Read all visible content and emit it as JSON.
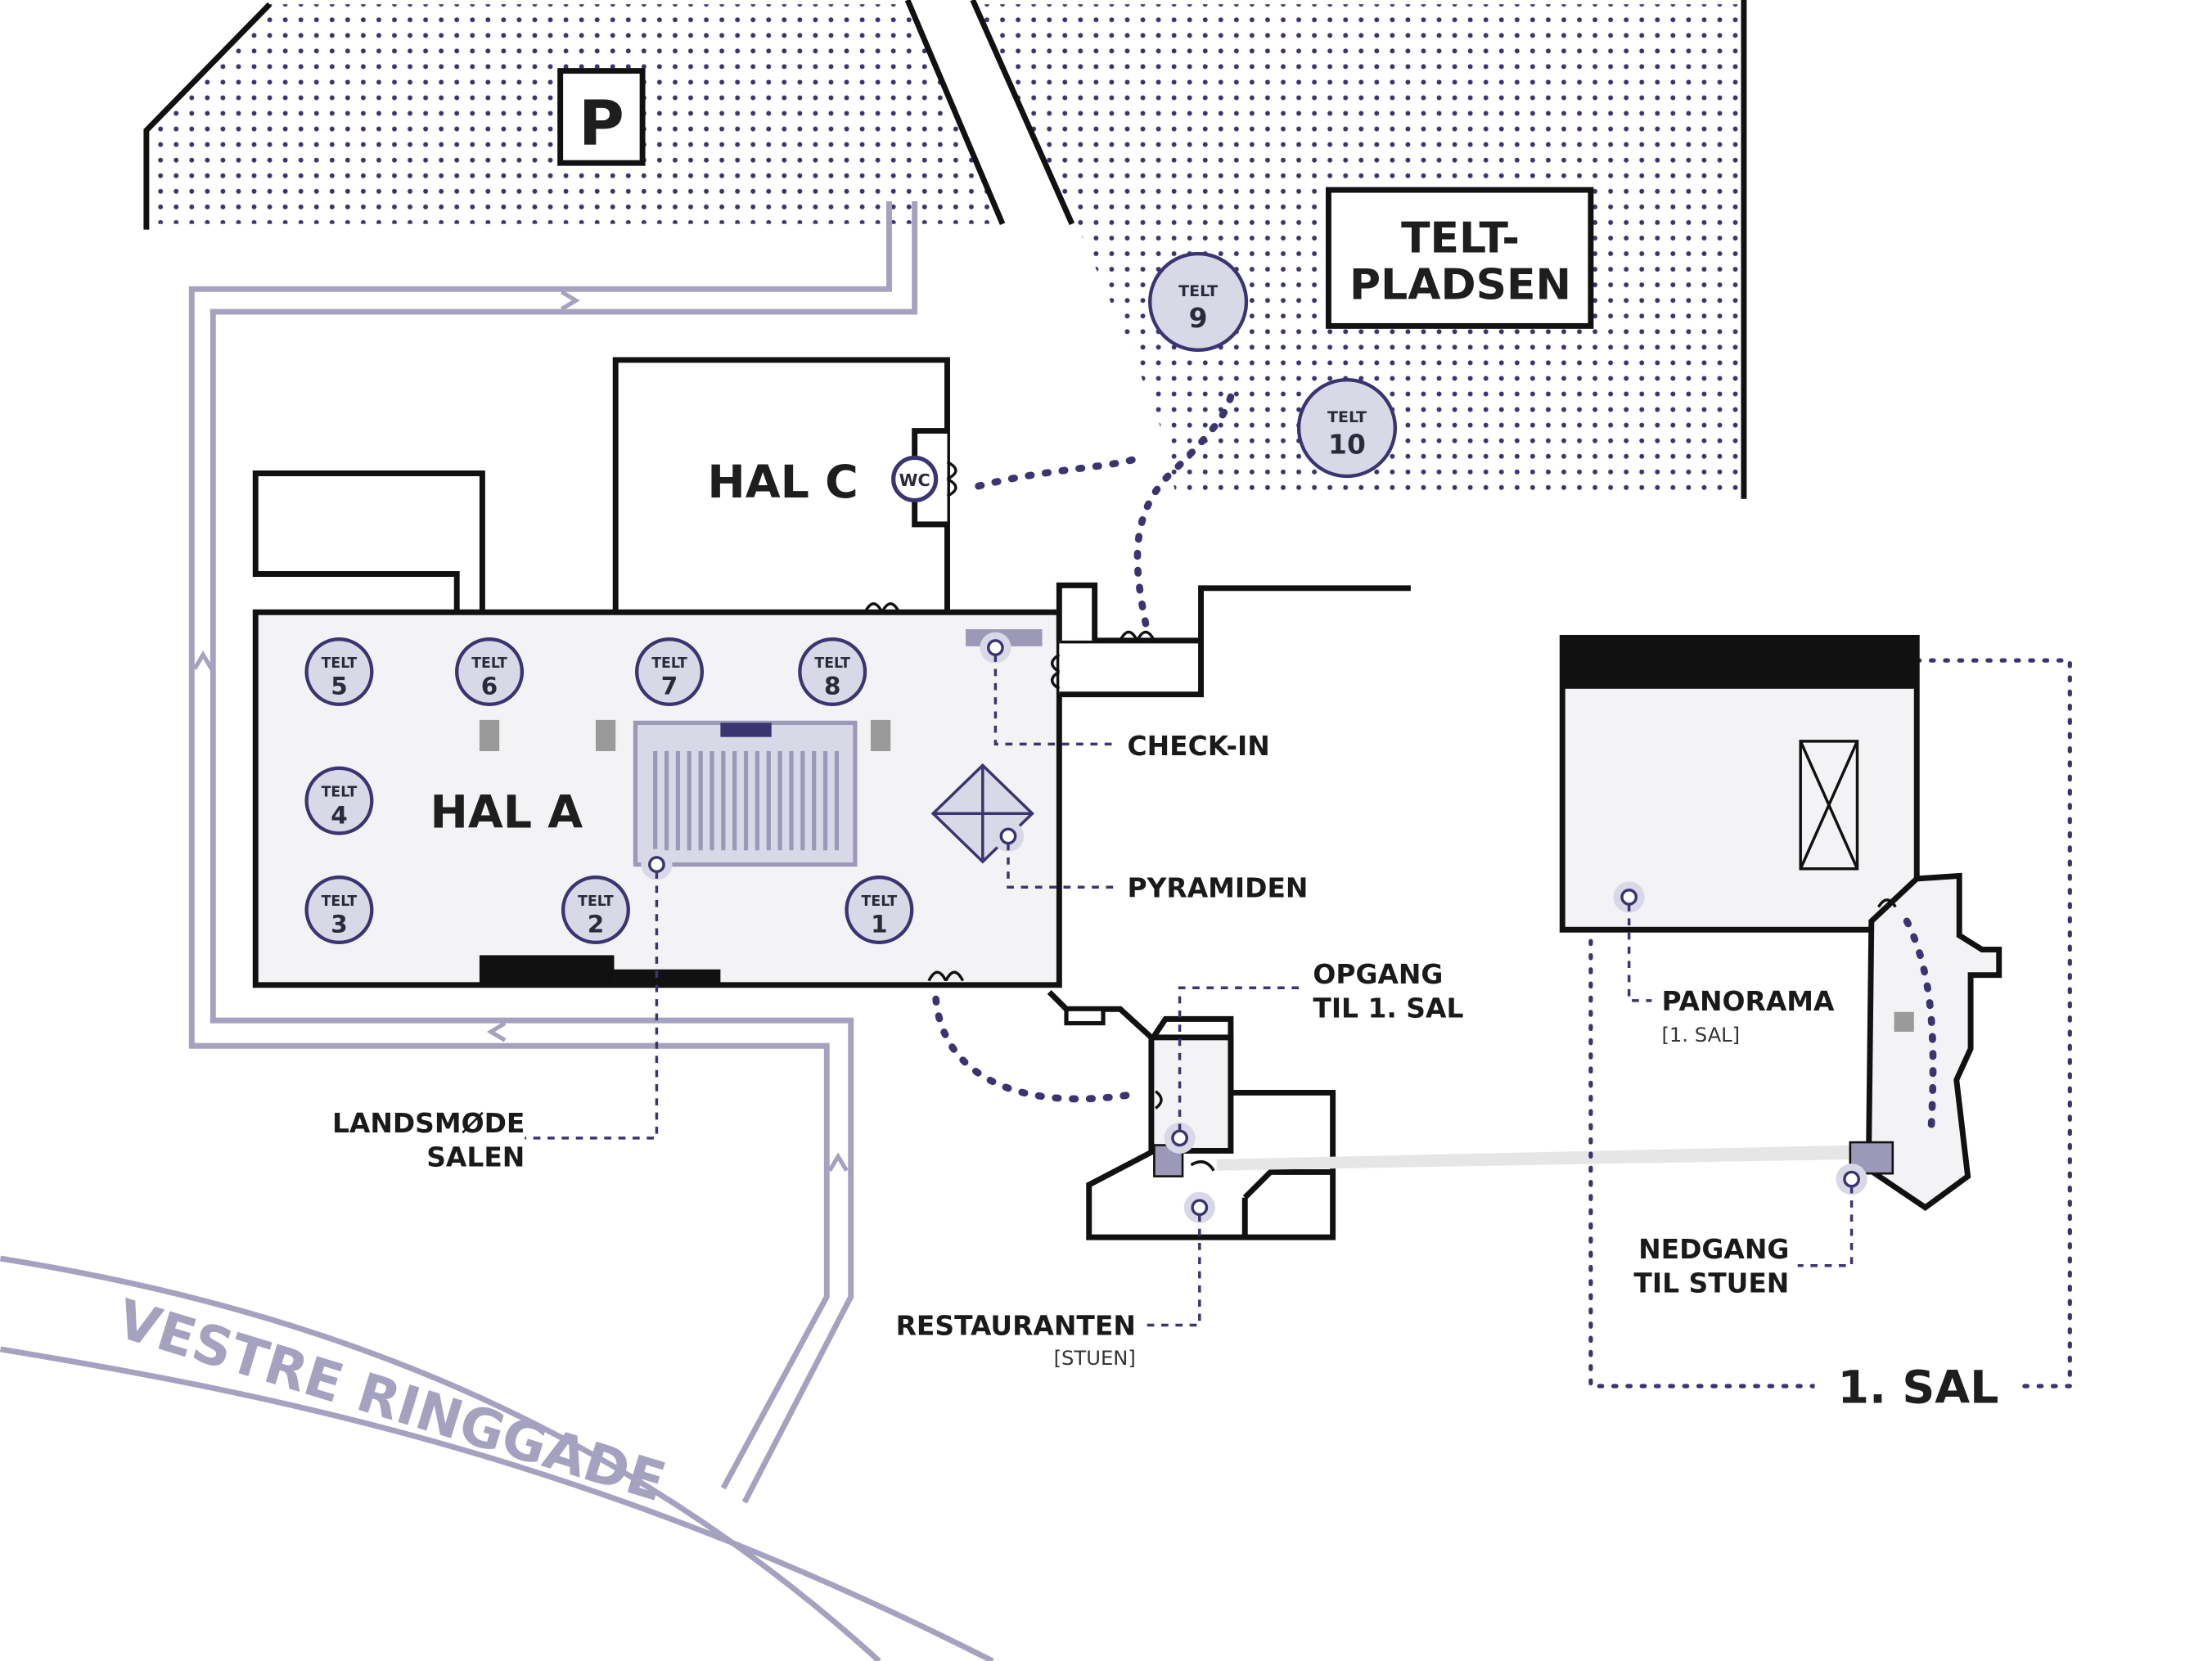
{
  "colors": {
    "accent": "#3a3470",
    "tent_fill": "#d9d8e6",
    "road": "#a5a2c0",
    "hall_floor": "#f3f3f6",
    "dots": "#3a3470"
  },
  "parking": {
    "label": "P"
  },
  "tentsite": {
    "line1": "TELT-",
    "line2": "PLADSEN"
  },
  "halls": {
    "hal_a": "HAL A",
    "hal_c": "HAL C"
  },
  "wc": "WC",
  "tents": [
    {
      "top": "TELT",
      "num": "1"
    },
    {
      "top": "TELT",
      "num": "2"
    },
    {
      "top": "TELT",
      "num": "3"
    },
    {
      "top": "TELT",
      "num": "4"
    },
    {
      "top": "TELT",
      "num": "5"
    },
    {
      "top": "TELT",
      "num": "6"
    },
    {
      "top": "TELT",
      "num": "7"
    },
    {
      "top": "TELT",
      "num": "8"
    },
    {
      "top": "TELT",
      "num": "9"
    },
    {
      "top": "TELT",
      "num": "10"
    }
  ],
  "labels": {
    "checkin": "CHECK-IN",
    "pyramiden": "PYRAMIDEN",
    "opgang_1": "OPGANG",
    "opgang_2": "TIL 1. SAL",
    "landsmode_1": "LANDSMØDE",
    "landsmode_2": "SALEN",
    "restaurant": "RESTAURANTEN",
    "restaurant_sub": "[STUEN]",
    "panorama": "PANORAMA",
    "panorama_sub": "[1. SAL]",
    "nedgang_1": "NEDGANG",
    "nedgang_2": "TIL STUEN",
    "floor": "1. SAL"
  },
  "road_name": "VESTRE RINGGADE"
}
